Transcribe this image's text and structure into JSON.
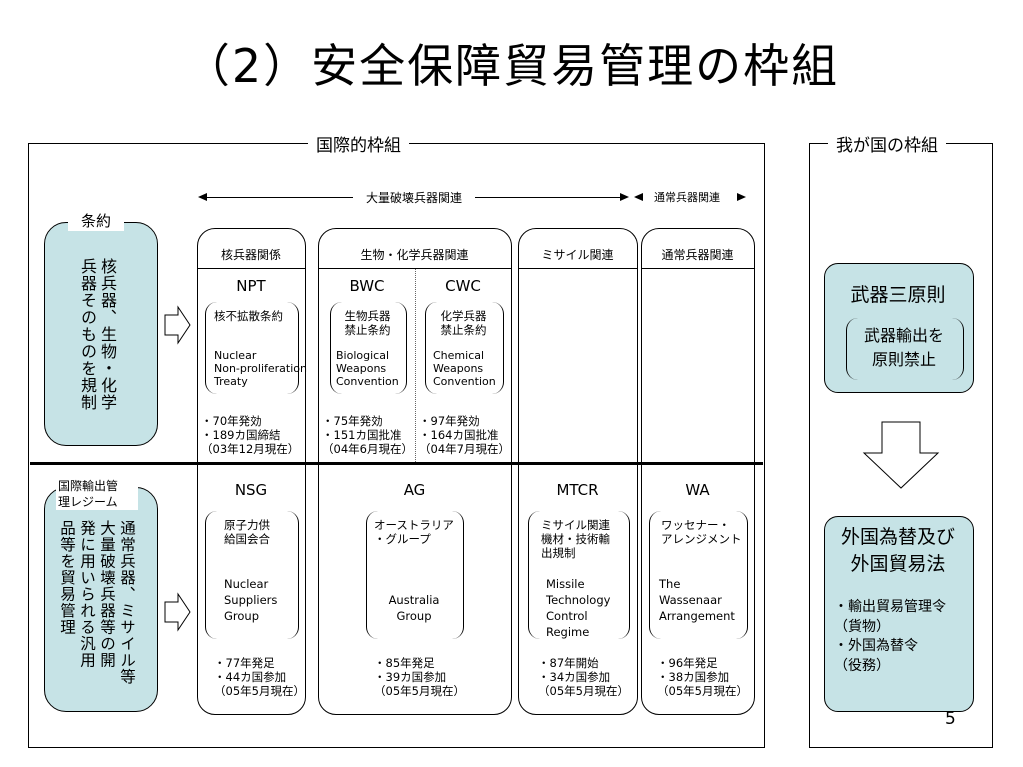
{
  "title": "（2）安全保障貿易管理の枠組",
  "left_frame_label": "国際的枠組",
  "right_frame_label": "我が国の枠組",
  "categories": {
    "wmd": "大量破壊兵器関連",
    "conventional": "通常兵器関連"
  },
  "treaty_box": {
    "label": "条約",
    "text": "核兵器、生物・化学\n兵器そのものを規制"
  },
  "regime_box": {
    "label": "国際輸出管\n理レジーム",
    "text": "通常兵器、ミサイル等\n大量破壊兵器等の開\n発に用いられる汎用\n品等を貿易管理"
  },
  "columns": {
    "nuclear": {
      "header": "核兵器関係",
      "treaty": {
        "abbr": "NPT",
        "ja": "核不拡散条約",
        "en": "Nuclear\nNon-proliferation\nTreaty",
        "notes": "・70年発効\n・189カ国締結\n（03年12月現在）"
      },
      "regime": {
        "abbr": "NSG",
        "ja": "原子力供\n給国会合",
        "en": "Nuclear\nSuppliers\nGroup",
        "notes": "・77年発足\n・44カ国参加\n（05年5月現在）"
      }
    },
    "biochem": {
      "header": "生物・化学兵器関連",
      "treaty_bwc": {
        "abbr": "BWC",
        "ja": "生物兵器\n禁止条約",
        "en": "Biological\nWeapons\nConvention",
        "notes": "・75年発効\n・151カ国批准\n（04年6月現在）"
      },
      "treaty_cwc": {
        "abbr": "CWC",
        "ja": "化学兵器\n禁止条約",
        "en": "Chemical\nWeapons\nConvention",
        "notes": "・97年発効\n・164カ国批准\n（04年7月現在）"
      },
      "regime": {
        "abbr": "AG",
        "ja": "オーストラリア\n・グループ",
        "en": "Australia\nGroup",
        "notes": "・85年発足\n・39カ国参加\n（05年5月現在）"
      }
    },
    "missile": {
      "header": "ミサイル関連",
      "regime": {
        "abbr": "MTCR",
        "ja": "ミサイル関連\n機材・技術輸\n出規制",
        "en": "Missile\nTechnology\nControl\nRegime",
        "notes": "・87年開始\n・34カ国参加\n（05年5月現在）"
      }
    },
    "conventional": {
      "header": "通常兵器関連",
      "regime": {
        "abbr": "WA",
        "ja": "ワッセナー・\nアレンジメント",
        "en": "The\nWassenaar\nArrangement",
        "notes": "・96年発足\n・38カ国参加\n（05年5月現在）"
      }
    }
  },
  "japan": {
    "principles": {
      "title": "武器三原則",
      "body": "武器輸出を\n原則禁止"
    },
    "law": {
      "title": "外国為替及び\n外国貿易法",
      "body": "・輸出貿易管理令\n（貨物）\n・外国為替令\n（役務）"
    }
  },
  "page_number": "5"
}
